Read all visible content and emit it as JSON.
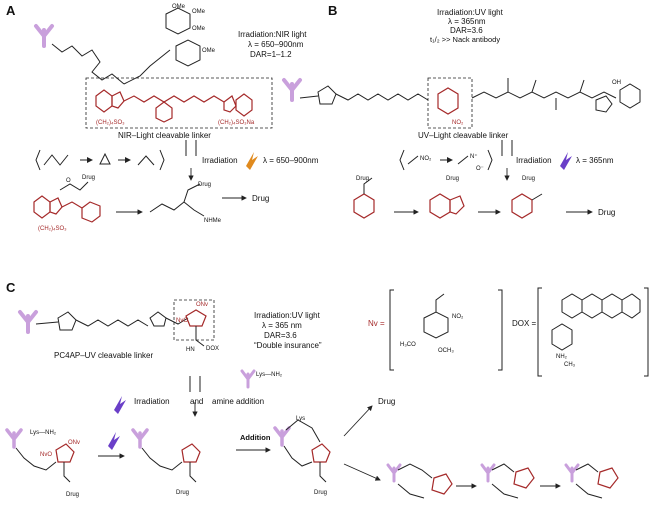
{
  "panels": {
    "a": {
      "letter": "A",
      "cond1": "Irradiation:NIR light",
      "cond2": "λ = 650–900nm",
      "cond3": "DAR=1–1.2",
      "linker": "NIR–Light cleavable linker",
      "irr": "Irradiation",
      "wave": "λ = 650–900nm",
      "drug": "Drug",
      "drug2": "Drug",
      "drug3": "Drug",
      "nhme": "NHMe",
      "sulfo1": "(CH₂)₄SO₃",
      "sulfo2": "(CH₂)₄SO₃Na",
      "sulfo3": "(CH₂)₄SO₃",
      "ome": "OMe"
    },
    "b": {
      "letter": "B",
      "cond1": "Irradiation:UV light",
      "cond2": "λ = 365nm",
      "cond3": "DAR=3.6",
      "cond4": "t₁/₂ >> Nack antibody",
      "linker": "UV–Light cleavable linker",
      "irr": "Irradiation",
      "wave": "λ = 365nm",
      "drug1": "Drug",
      "drug2": "Drug",
      "drug3": "Drug",
      "drug4": "Drug",
      "no2": "NO₂",
      "oh": "OH"
    },
    "c": {
      "letter": "C",
      "cond1": "Irradiation:UV light",
      "cond2": "λ = 365 nm",
      "cond3": "DAR=3.6",
      "cond4": "“Double insurance”",
      "linker": "PC4AP–UV cleavable linker",
      "dox_small": "DOX",
      "nv_label": "Nv =",
      "dox_label": "DOX =",
      "irr": "Irradiation",
      "and": "and",
      "amine": "amine addition",
      "lysnh2": "Lys—NH₂",
      "lysnh2b": "Lys—NH₂",
      "addition": "Addition",
      "drug_out": "Drug",
      "drug_a": "Drug",
      "drug_b": "Drug",
      "drug_c": "Drug",
      "onv": "ONv",
      "nvo": "NvO",
      "lys": "Lys",
      "h3co": "H₃CO",
      "och3": "OCH₃",
      "no2": "NO₂",
      "ch3": "CH₃",
      "nh2": "NH₂"
    }
  },
  "colors": {
    "accent": "#a52a2a",
    "antibody": "#c9a0dc",
    "uv_bolt": "#6a3fc8",
    "nir_bolt": "#e08a1e"
  }
}
